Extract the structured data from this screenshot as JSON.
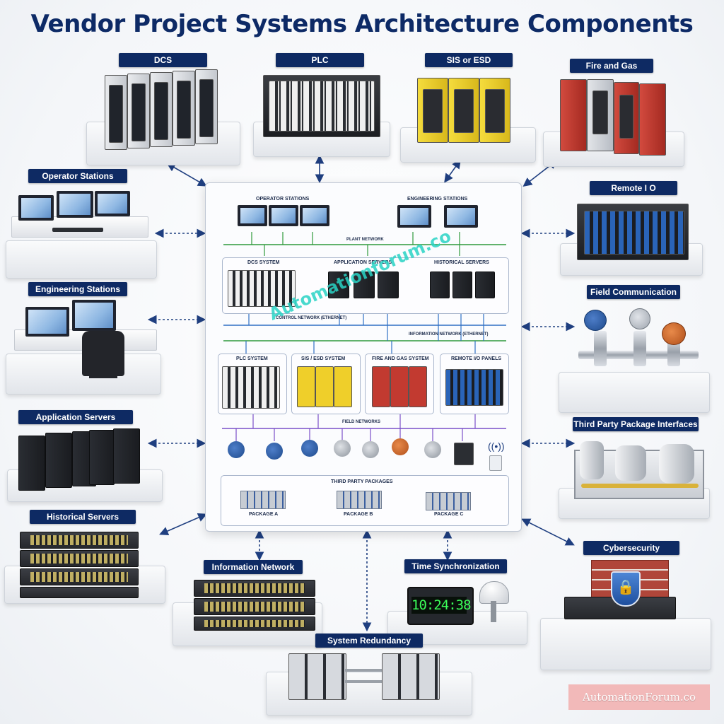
{
  "title": "Vendor Project Systems Architecture Components",
  "labels": {
    "dcs": "DCS",
    "plc": "PLC",
    "sis": "SIS or ESD",
    "fire_gas": "Fire and Gas",
    "operator_stations": "Operator Stations",
    "remote_io": "Remote I O",
    "engineering_stations": "Engineering Stations",
    "field_communication": "Field Communication",
    "application_servers": "Application Servers",
    "third_party_interfaces": "Third Party Package Interfaces",
    "historical_servers": "Historical Servers",
    "cybersecurity": "Cybersecurity",
    "information_network": "Information Network",
    "time_sync": "Time Synchronization",
    "system_redundancy": "System Redundancy"
  },
  "clock_display": "10:24:38",
  "hub": {
    "operator_stations": "OPERATOR STATIONS",
    "engineering_stations": "ENGINEERING STATIONS",
    "plant_network": "PLANT NETWORK",
    "dcs_system": "DCS SYSTEM",
    "application_servers": "APPLICATION SERVERS",
    "historical_servers": "HISTORICAL SERVERS",
    "control_network": "CONTROL NETWORK (ETHERNET)",
    "information_network": "INFORMATION NETWORK (ETHERNET)",
    "plc_system": "PLC SYSTEM",
    "sis_esd_system": "SIS / ESD SYSTEM",
    "fire_gas_system": "FIRE AND GAS SYSTEM",
    "remote_io_panels": "REMOTE I/O PANELS",
    "field_networks": "FIELD NETWORKS",
    "third_party_packages": "THIRD PARTY PACKAGES",
    "package_a": "PACKAGE A",
    "package_b": "PACKAGE B",
    "package_c": "PACKAGE C"
  },
  "watermark_center": "Automationforum.co",
  "watermark_corner": "AutomationForum.co",
  "colors": {
    "title_navy": "#0d2a66",
    "label_bg": "#0e2a63",
    "plant_network_green": "#2e9a3b",
    "control_network_blue": "#2f6fc4",
    "field_network_purple": "#7b4fc8",
    "sis_yellow": "#f1d22a",
    "fire_gas_red": "#c23a30",
    "clock_green": "#3cff5a",
    "watermark_teal": "#29d3c5"
  }
}
